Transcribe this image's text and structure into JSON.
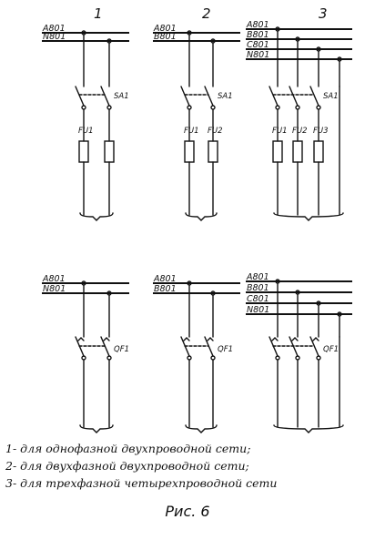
{
  "diagrams": [
    {
      "id": "d1",
      "number": "1",
      "lines": [
        "A801",
        "N801"
      ],
      "switch": "SA1",
      "fuses": [
        "FU1"
      ]
    },
    {
      "id": "d2",
      "number": "2",
      "lines": [
        "A801",
        "B801"
      ],
      "switch": "SA1",
      "fuses": [
        "FU1",
        "FU2"
      ]
    },
    {
      "id": "d3",
      "number": "3",
      "lines": [
        "A801",
        "B801",
        "C801",
        "N801"
      ],
      "switch": "SA1",
      "fuses": [
        "FU1",
        "FU2",
        "FU3"
      ]
    },
    {
      "id": "d4",
      "number": "",
      "lines": [
        "A801",
        "N801"
      ],
      "switch": "QF1",
      "fuses": []
    },
    {
      "id": "d5",
      "number": "",
      "lines": [
        "A801",
        "B801"
      ],
      "switch": "QF1",
      "fuses": []
    },
    {
      "id": "d6",
      "number": "",
      "lines": [
        "A801",
        "B801",
        "C801",
        "N801"
      ],
      "switch": "QF1",
      "fuses": []
    }
  ],
  "legend": [
    "1- для однофазной двухпроводной сети;",
    "2- для двухфазной двухпроводной сети;",
    "3- для трехфазной четырехпроводной сети"
  ],
  "caption": "Рис. 6"
}
